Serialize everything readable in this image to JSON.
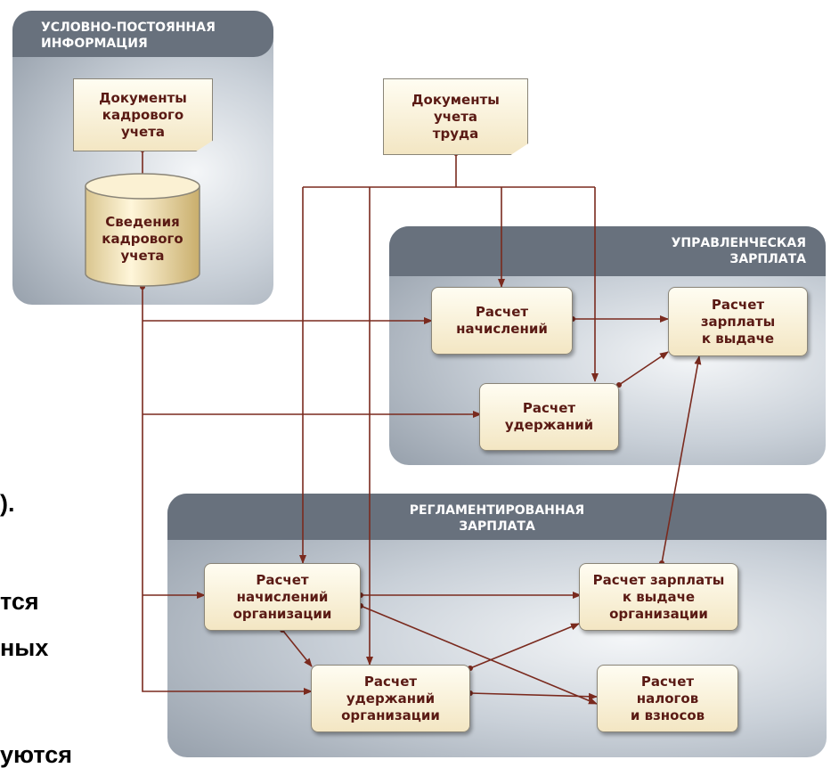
{
  "panels": {
    "master_data": {
      "title_lines": [
        "УСЛОВНО-ПОСТОЯННАЯ",
        "ИНФОРМАЦИЯ"
      ]
    },
    "management": {
      "title_lines": [
        "УПРАВЛЕНЧЕСКАЯ",
        "ЗАРПЛАТА"
      ]
    },
    "regulated": {
      "title_lines": [
        "РЕГЛАМЕНТИРОВАННАЯ",
        "ЗАРПЛАТА"
      ]
    }
  },
  "nodes": {
    "hr_docs": [
      "Документы",
      "кадрового",
      "учета"
    ],
    "hr_info": [
      "Сведения",
      "кадрового",
      "учета"
    ],
    "labor_docs": [
      "Документы",
      "учета",
      "труда"
    ],
    "calc_accruals": [
      "Расчет",
      "начислений"
    ],
    "calc_deductions": [
      "Расчет",
      "удержаний"
    ],
    "calc_pay": [
      "Расчет",
      "зарплаты",
      "к выдаче"
    ],
    "org_accruals": [
      "Расчет",
      "начислений",
      "организации"
    ],
    "org_deductions": [
      "Расчет",
      "удержаний",
      "организации"
    ],
    "org_pay": [
      "Расчет зарплаты",
      "к выдаче",
      "организации"
    ],
    "org_taxes": [
      "Расчет",
      "налогов",
      "и взносов"
    ]
  },
  "side_fragments": [
    ").",
    "тся",
    "ных",
    "уются"
  ],
  "colors": {
    "line": "#7a2a1e",
    "panel_head": "#68717d",
    "text": "#5a1a14"
  }
}
